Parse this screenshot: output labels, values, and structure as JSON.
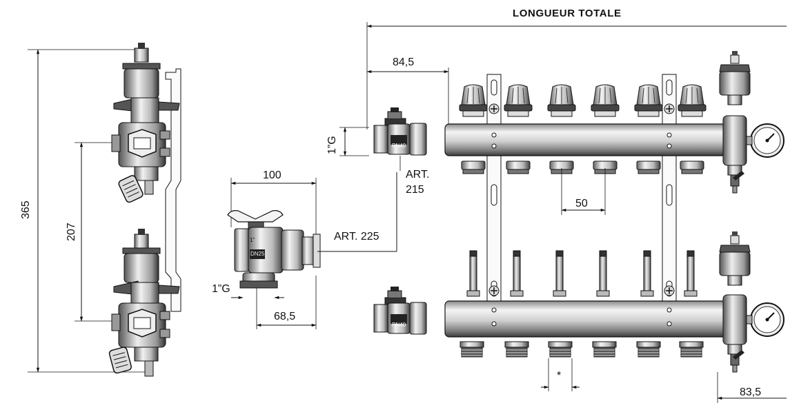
{
  "labels": {
    "total_length": "LONGUEUR TOTALE",
    "dim_84_5": "84,5",
    "dim_1g_main": "1”G",
    "art_215": "ART.",
    "art_215_num": "215",
    "dim_50": "50",
    "dim_100": "100",
    "art_225": "ART. 225",
    "dim_1g_valve": "1”G",
    "dim_68_5": "68,5",
    "dim_365": "365",
    "dim_207": "207",
    "asterisk": "*",
    "dim_83_5": "83,5",
    "pn40_top": "PN40",
    "pn40_bottom": "PN40",
    "dn25": "DN25",
    "one_inch": "1”"
  },
  "colors": {
    "line": "#111111",
    "metal_light": "#f2f2f2",
    "metal_mid": "#bdbdbd",
    "metal_dark": "#555555",
    "background": "#ffffff"
  }
}
